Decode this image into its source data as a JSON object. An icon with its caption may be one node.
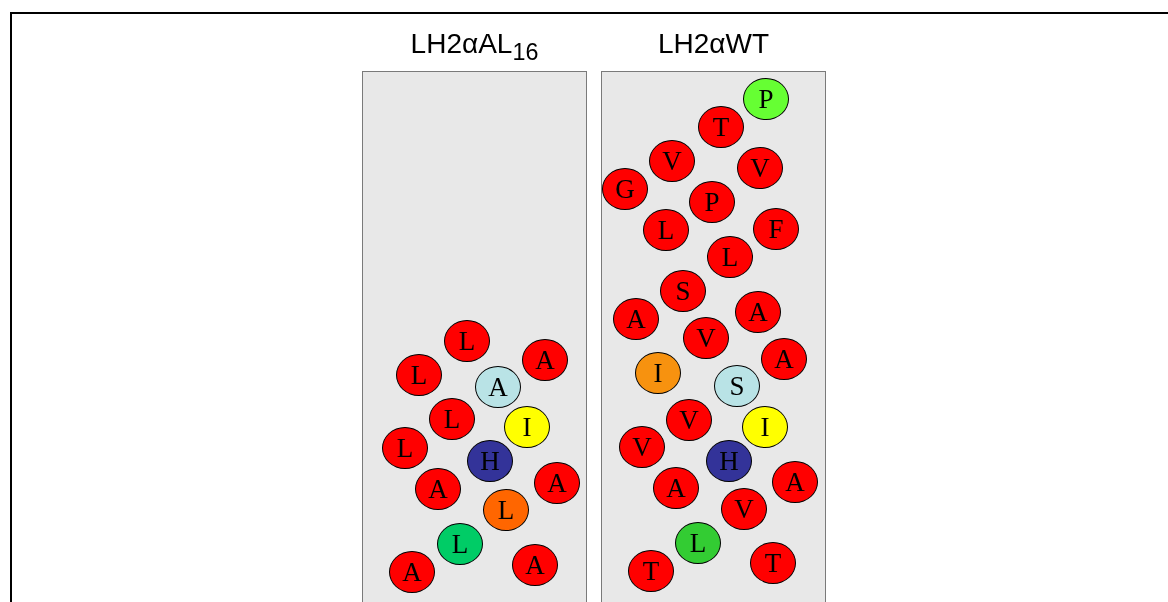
{
  "diagram": {
    "nodes": [
      {
        "text": [
          "LH2αAL$_{16}$"
        ]
      },
      {
        "text": [
          "L"
        ],
        "in": 0
      },
      {
        "text": [
          "L"
        ],
        "in": 0
      },
      {
        "text": [
          "A"
        ],
        "in": 0
      },
      {
        "text": [
          "A"
        ],
        "in": 0
      },
      {
        "text": [
          "L"
        ],
        "in": 0
      },
      {
        "text": [
          "I"
        ],
        "in": 0
      },
      {
        "text": [
          "L"
        ],
        "in": 0
      },
      {
        "text": [
          "H"
        ],
        "in": 0
      },
      {
        "text": [
          "A"
        ],
        "in": 0
      },
      {
        "text": [
          "A"
        ],
        "in": 0
      },
      {
        "text": [
          "L"
        ],
        "in": 0
      },
      {
        "text": [
          "L"
        ],
        "in": 0
      },
      {
        "text": [
          "A"
        ],
        "in": 0
      },
      {
        "text": [
          "A"
        ],
        "in": 0
      },
      {
        "text": [
          "LH2αWT"
        ]
      },
      {
        "text": [
          "P"
        ],
        "in": 15
      },
      {
        "text": [
          "T"
        ],
        "in": 15
      },
      {
        "text": [
          "V"
        ],
        "in": 15
      },
      {
        "text": [
          "V"
        ],
        "in": 15
      },
      {
        "text": [
          "G"
        ],
        "in": 15
      },
      {
        "text": [
          "P"
        ],
        "in": 15
      },
      {
        "text": [
          "L"
        ],
        "in": 15
      },
      {
        "text": [
          "F"
        ],
        "in": 15
      },
      {
        "text": [
          "L"
        ],
        "in": 15
      },
      {
        "text": [
          "S"
        ],
        "in": 15
      },
      {
        "text": [
          "A"
        ],
        "in": 15
      },
      {
        "text": [
          "A"
        ],
        "in": 15
      },
      {
        "text": [
          "V"
        ],
        "in": 15
      },
      {
        "text": [
          "A"
        ],
        "in": 15
      },
      {
        "text": [
          "I"
        ],
        "in": 15
      },
      {
        "text": [
          "S"
        ],
        "in": 15
      },
      {
        "text": [
          "V"
        ],
        "in": 15
      },
      {
        "text": [
          "I"
        ],
        "in": 15
      },
      {
        "text": [
          "V"
        ],
        "in": 15
      },
      {
        "text": [
          "H"
        ],
        "in": 15
      },
      {
        "text": [
          "A"
        ],
        "in": 15
      },
      {
        "text": [
          "A"
        ],
        "in": 15
      },
      {
        "text": [
          "V"
        ],
        "in": 15
      },
      {
        "text": [
          "L"
        ],
        "in": 15
      },
      {
        "text": [
          "T"
        ],
        "in": 15
      },
      {
        "text": [
          "T"
        ],
        "in": 15
      }
    ]
  }
}
